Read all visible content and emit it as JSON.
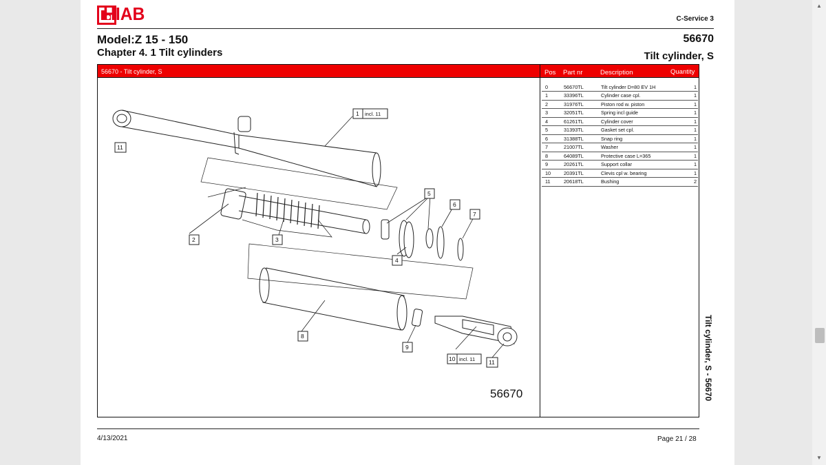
{
  "header": {
    "brand": "HIAB",
    "service": "C-Service 3",
    "model": "Model:Z 15 - 150",
    "chapter": "Chapter   4.  1 Tilt cylinders",
    "doc_number": "56670",
    "subtitle": "Tilt cylinder, S"
  },
  "frame": {
    "title": "56670 - Tilt cylinder, S",
    "columns": [
      "Pos",
      "Part nr",
      "Description",
      "Quantity"
    ],
    "drawing_number": "56670",
    "side_label": "Tilt cylinder, S - 56670"
  },
  "parts": [
    {
      "pos": "0",
      "part": "56670TL",
      "desc": "Tilt cylinder D=80 EV 1H",
      "qty": "1"
    },
    {
      "pos": "1",
      "part": "33396TL",
      "desc": "Cylinder case cpl.",
      "qty": "1"
    },
    {
      "pos": "2",
      "part": "31976TL",
      "desc": "Piston rod w. piston",
      "qty": "1"
    },
    {
      "pos": "3",
      "part": "32051TL",
      "desc": "Spring incl guide",
      "qty": "1"
    },
    {
      "pos": "4",
      "part": "61261TL",
      "desc": "Cylinder cover",
      "qty": "1"
    },
    {
      "pos": "5",
      "part": "31393TL",
      "desc": "Gasket set cpl.",
      "qty": "1"
    },
    {
      "pos": "6",
      "part": "31388TL",
      "desc": "Snap ring",
      "qty": "1"
    },
    {
      "pos": "7",
      "part": "21007TL",
      "desc": "Washer",
      "qty": "1"
    },
    {
      "pos": "8",
      "part": "64089TL",
      "desc": "Protective case L=365",
      "qty": "1"
    },
    {
      "pos": "9",
      "part": "20261TL",
      "desc": "Support collar",
      "qty": "1"
    },
    {
      "pos": "10",
      "part": "20391TL",
      "desc": "Clevis cpl w. bearing",
      "qty": "1"
    },
    {
      "pos": "11",
      "part": "20618TL",
      "desc": "Bushing",
      "qty": "2"
    }
  ],
  "callouts": {
    "c1": "1",
    "c1_note": "incl. 11",
    "c2": "2",
    "c3": "3",
    "c4": "4",
    "c5": "5",
    "c6": "6",
    "c7": "7",
    "c8": "8",
    "c9": "9",
    "c10": "10",
    "c10_note": "incl. 11",
    "c11a": "11",
    "c11b": "11"
  },
  "footer": {
    "date": "4/13/2021",
    "page": "Page 21 / 28"
  },
  "colors": {
    "brand_red": "#e3001b",
    "header_bar": "#ee0000"
  }
}
